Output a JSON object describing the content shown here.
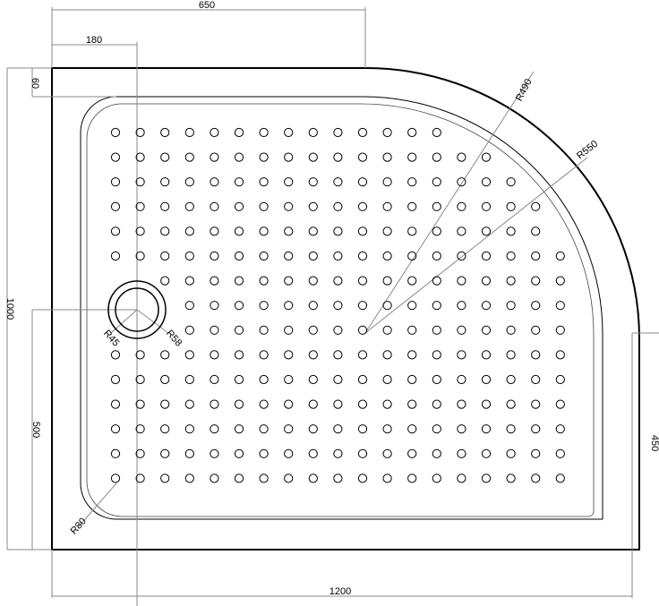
{
  "drawing": {
    "dimensions": {
      "top_width": "650",
      "waste_offset_x": "180",
      "top_margin": "60",
      "total_depth": "1000",
      "waste_offset_y": "500",
      "right_straight": "450",
      "total_width": "1200"
    },
    "radii": {
      "outer_curve": "R490",
      "outer_curve_large": "R550",
      "waste_inner": "R45",
      "waste_outer": "R58",
      "corner": "R80"
    }
  }
}
